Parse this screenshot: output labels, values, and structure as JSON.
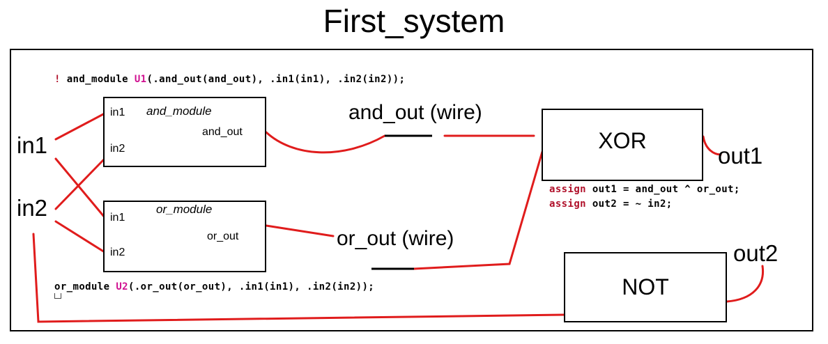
{
  "title": "First_system",
  "inputs": {
    "in1": "in1",
    "in2": "in2"
  },
  "and_module": {
    "name": "and_module",
    "port_in1": "in1",
    "port_in2": "in2",
    "port_out": "and_out",
    "instantiation": {
      "prefix": "!",
      "module": "and_module",
      "instance": "U1",
      "args": "(.and_out(and_out), .in1(in1), .in2(in2));"
    }
  },
  "or_module": {
    "name": "or_module",
    "port_in1": "in1",
    "port_in2": "in2",
    "port_out": "or_out",
    "instantiation": {
      "module": "or_module",
      "instance": "U2",
      "args": "(.or_out(or_out), .in1(in1), .in2(in2));"
    }
  },
  "wires": {
    "and_out": "and_out (wire)",
    "or_out": "or_out (wire)"
  },
  "gates": {
    "xor": "XOR",
    "not": "NOT"
  },
  "outputs": {
    "out1": "out1",
    "out2": "out2"
  },
  "assigns": [
    {
      "keyword": "assign",
      "expr": "out1 = and_out ^ or_out;"
    },
    {
      "keyword": "assign",
      "expr": "out2 = ~ in2;"
    }
  ],
  "colors": {
    "wire": "#e01c1c",
    "net": "#000000",
    "keyword": "#b0102a",
    "instance": "#d01090"
  }
}
